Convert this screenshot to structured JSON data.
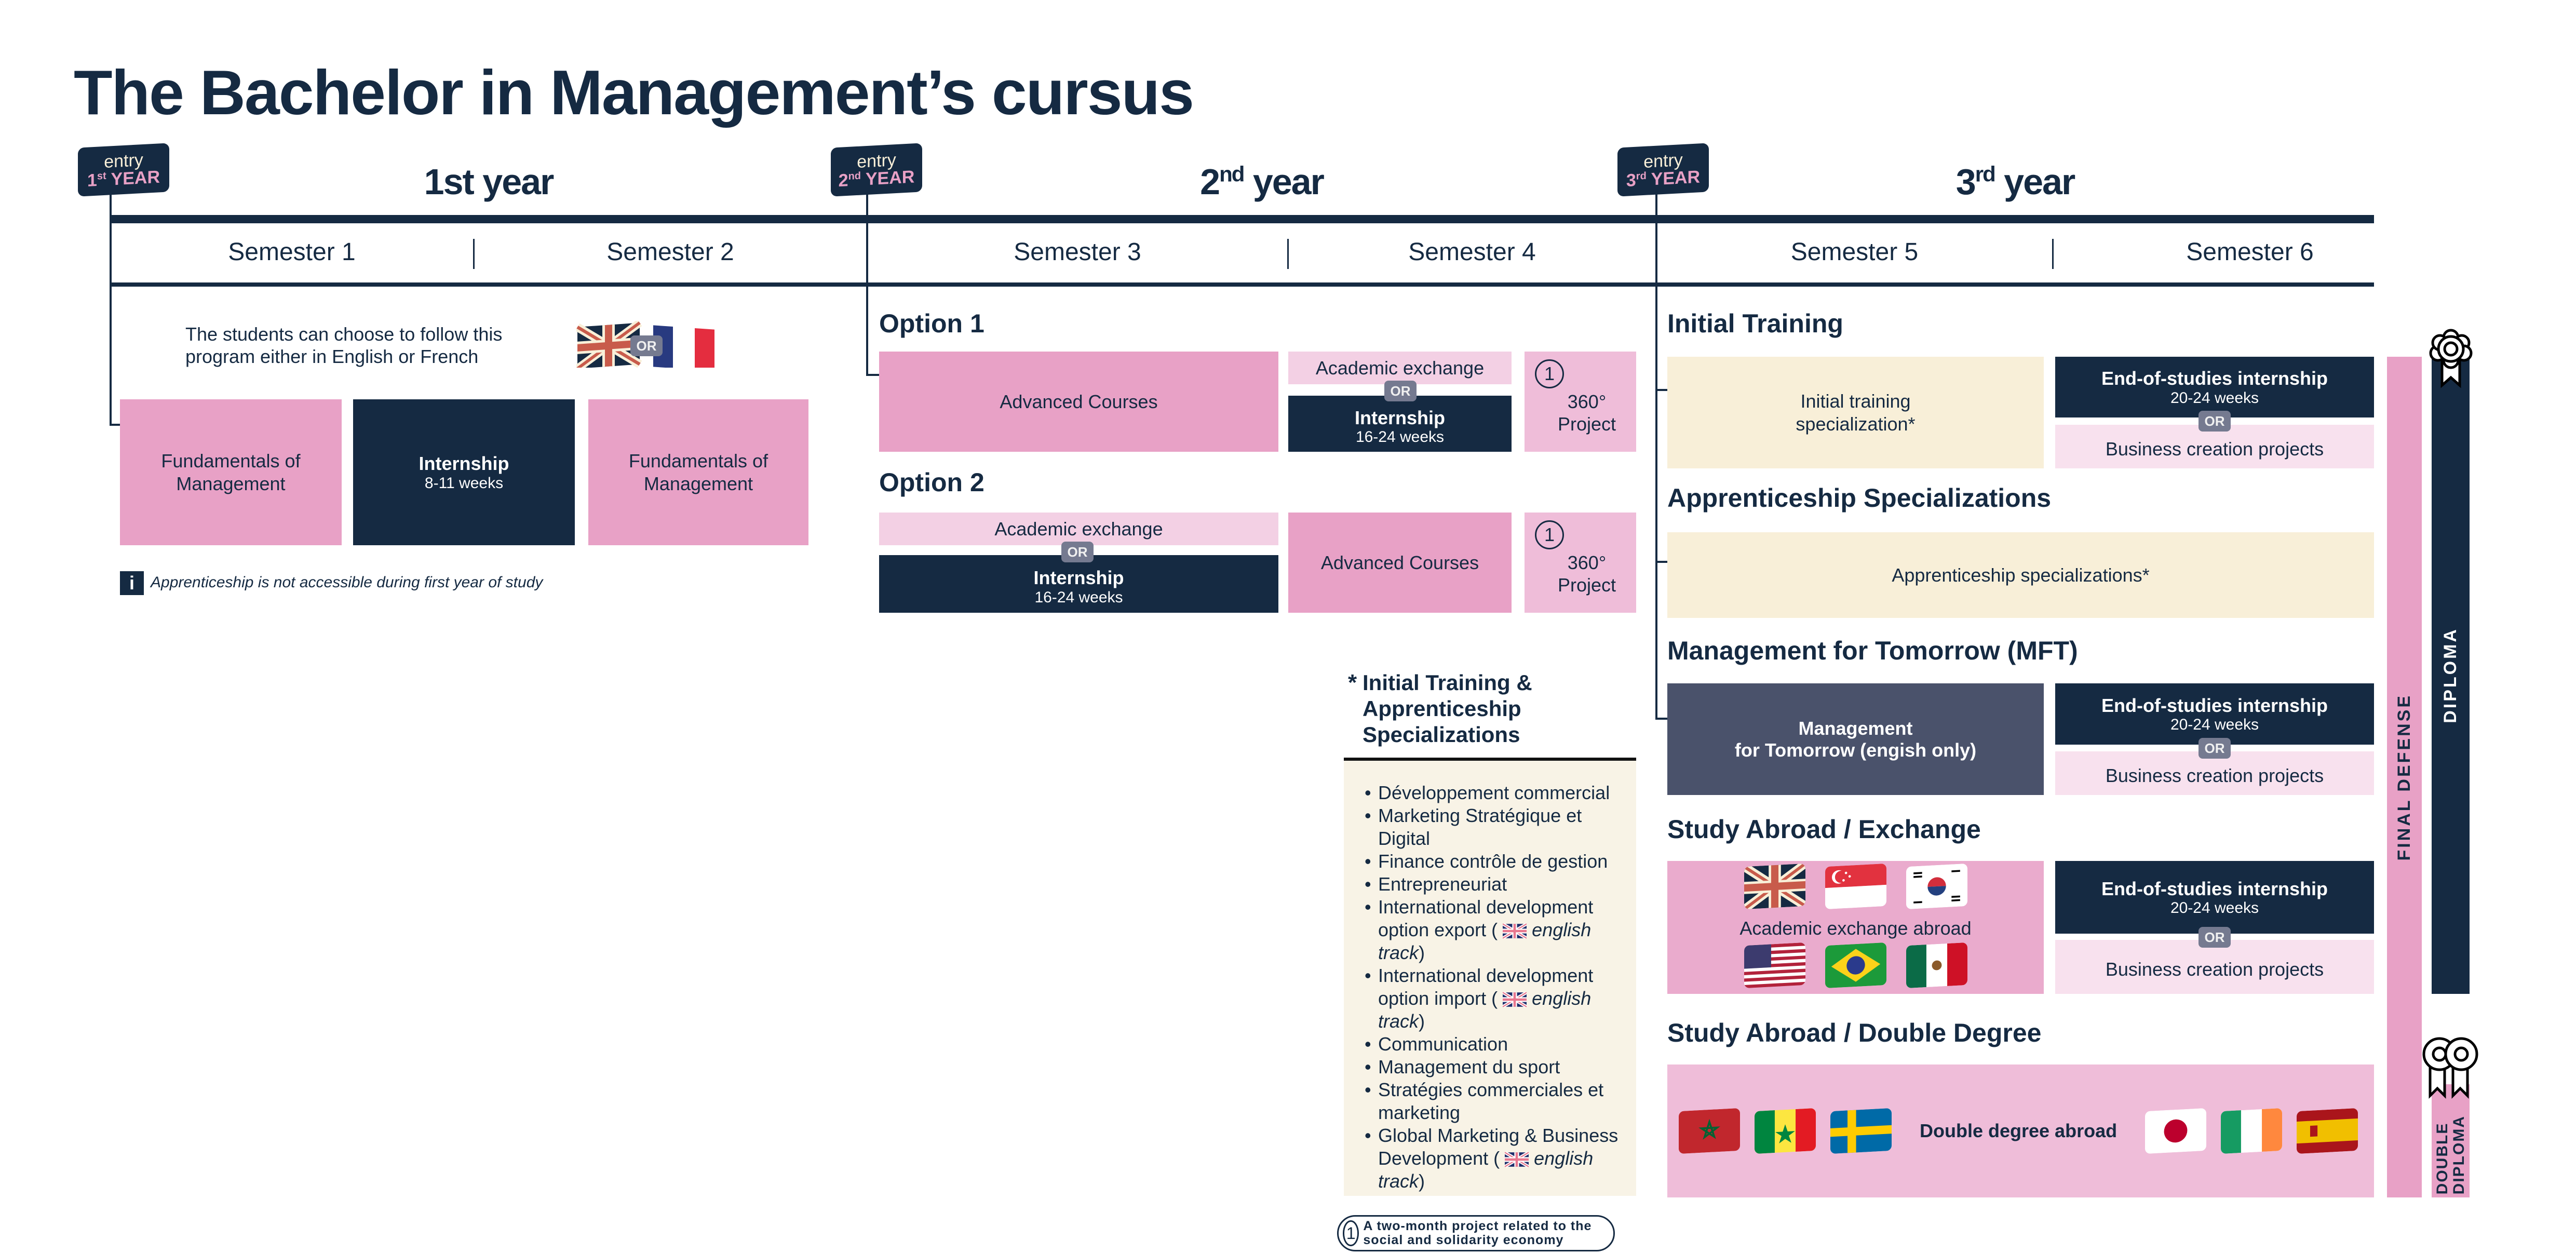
{
  "title": "The Bachelor in Management’s cursus",
  "colors": {
    "navy": "#152a42",
    "pink": "#e8a1c6",
    "pink_light": "#f3d0e4",
    "pink_pale": "#f8e1ee",
    "cream": "#f8efd8",
    "slate": "#4a526b",
    "or_badge": "#757a90"
  },
  "entry_tags": [
    {
      "word": "entry",
      "num": "1",
      "sup": "st",
      "label": "YEAR"
    },
    {
      "word": "entry",
      "num": "2",
      "sup": "nd",
      "label": "YEAR"
    },
    {
      "word": "entry",
      "num": "3",
      "sup": "rd",
      "label": "YEAR"
    }
  ],
  "years": [
    {
      "num": "1st",
      "sup": "",
      "label": " year"
    },
    {
      "num": "2",
      "sup": "nd",
      "label": " year"
    },
    {
      "num": "3",
      "sup": "rd",
      "label": " year"
    }
  ],
  "semesters": [
    "Semester 1",
    "Semester 2",
    "Semester 3",
    "Semester 4",
    "Semester 5",
    "Semester 6"
  ],
  "or_label": "OR",
  "year1": {
    "language_note": "The students can choose to follow this program either in English or French",
    "language_flags": [
      "uk-flag",
      "france-flag"
    ],
    "boxes": [
      {
        "title": "Fundamentals of Management"
      },
      {
        "title": "Internship",
        "sub": "8-11 weeks"
      },
      {
        "title": "Fundamentals of Management"
      }
    ],
    "info_note": "Apprenticeship is not accessible during first year of study"
  },
  "year2": {
    "option1": {
      "label": "Option 1",
      "advanced": "Advanced Courses",
      "exchange": "Academic exchange",
      "internship": "Internship",
      "internship_sub": "16-24 weeks",
      "project_num": "1",
      "project": "360° Project"
    },
    "option2": {
      "label": "Option 2",
      "advanced": "Advanced Courses",
      "exchange": "Academic exchange",
      "internship": "Internship",
      "internship_sub": "16-24 weeks",
      "project_num": "1",
      "project": "360° Project"
    }
  },
  "year3": {
    "initial": {
      "label": "Initial Training",
      "box": "Initial training specialization*",
      "internship": "End-of-studies internship",
      "internship_sub": "20-24 weeks",
      "business": "Business creation projects"
    },
    "apprenticeship": {
      "label": "Apprenticeship Specializations",
      "box": "Apprenticeship specializations*"
    },
    "mft": {
      "label": "Management for Tomorrow (MFT)",
      "box_line1": "Management",
      "box_line2": "for Tomorrow (engish only)",
      "internship": "End-of-studies internship",
      "internship_sub": "20-24 weeks",
      "business": "Business creation projects"
    },
    "exchange": {
      "label": "Study Abroad / Exchange",
      "box": "Academic exchange abroad",
      "flags_top": [
        "uk-flag",
        "singapore-flag",
        "south-korea-flag"
      ],
      "flags_bottom": [
        "usa-flag",
        "brazil-flag",
        "mexico-flag"
      ],
      "internship": "End-of-studies internship",
      "internship_sub": "20-24 weeks",
      "business": "Business creation projects"
    },
    "double_degree": {
      "label": "Study Abroad / Double Degree",
      "box": "Double degree abroad",
      "flags_left": [
        "morocco-flag",
        "senegal-flag",
        "sweden-flag"
      ],
      "flags_right": [
        "japan-flag",
        "ireland-flag",
        "spain-flag"
      ]
    },
    "final_defense": "FINAL DEFENSE",
    "diploma": "DIPLOMA",
    "double_diploma_1": "DOUBLE",
    "double_diploma_2": "DIPLOMA"
  },
  "specializations": {
    "asterisk": "*",
    "heading": "Initial Training & Apprenticeship Specializations",
    "items": [
      {
        "text": "Développement commercial"
      },
      {
        "text": "Marketing Stratégique et Digital"
      },
      {
        "text": "Finance contrôle de gestion"
      },
      {
        "text": "Entrepreneuriat"
      },
      {
        "text": "International development option export (",
        "flag": true,
        "em": "english track",
        "close": ")"
      },
      {
        "text": "International development option import (",
        "flag": true,
        "em": "english track",
        "close": ")"
      },
      {
        "text": "Communication"
      },
      {
        "text": "Management du sport"
      },
      {
        "text": "Stratégies commerciales et marketing"
      },
      {
        "text": "Global Marketing & Business Development (",
        "flag": true,
        "em": "english track",
        "close": ")"
      }
    ]
  },
  "footnote": {
    "num": "1",
    "text": "A two-month project related to the social and solidarity economy"
  }
}
